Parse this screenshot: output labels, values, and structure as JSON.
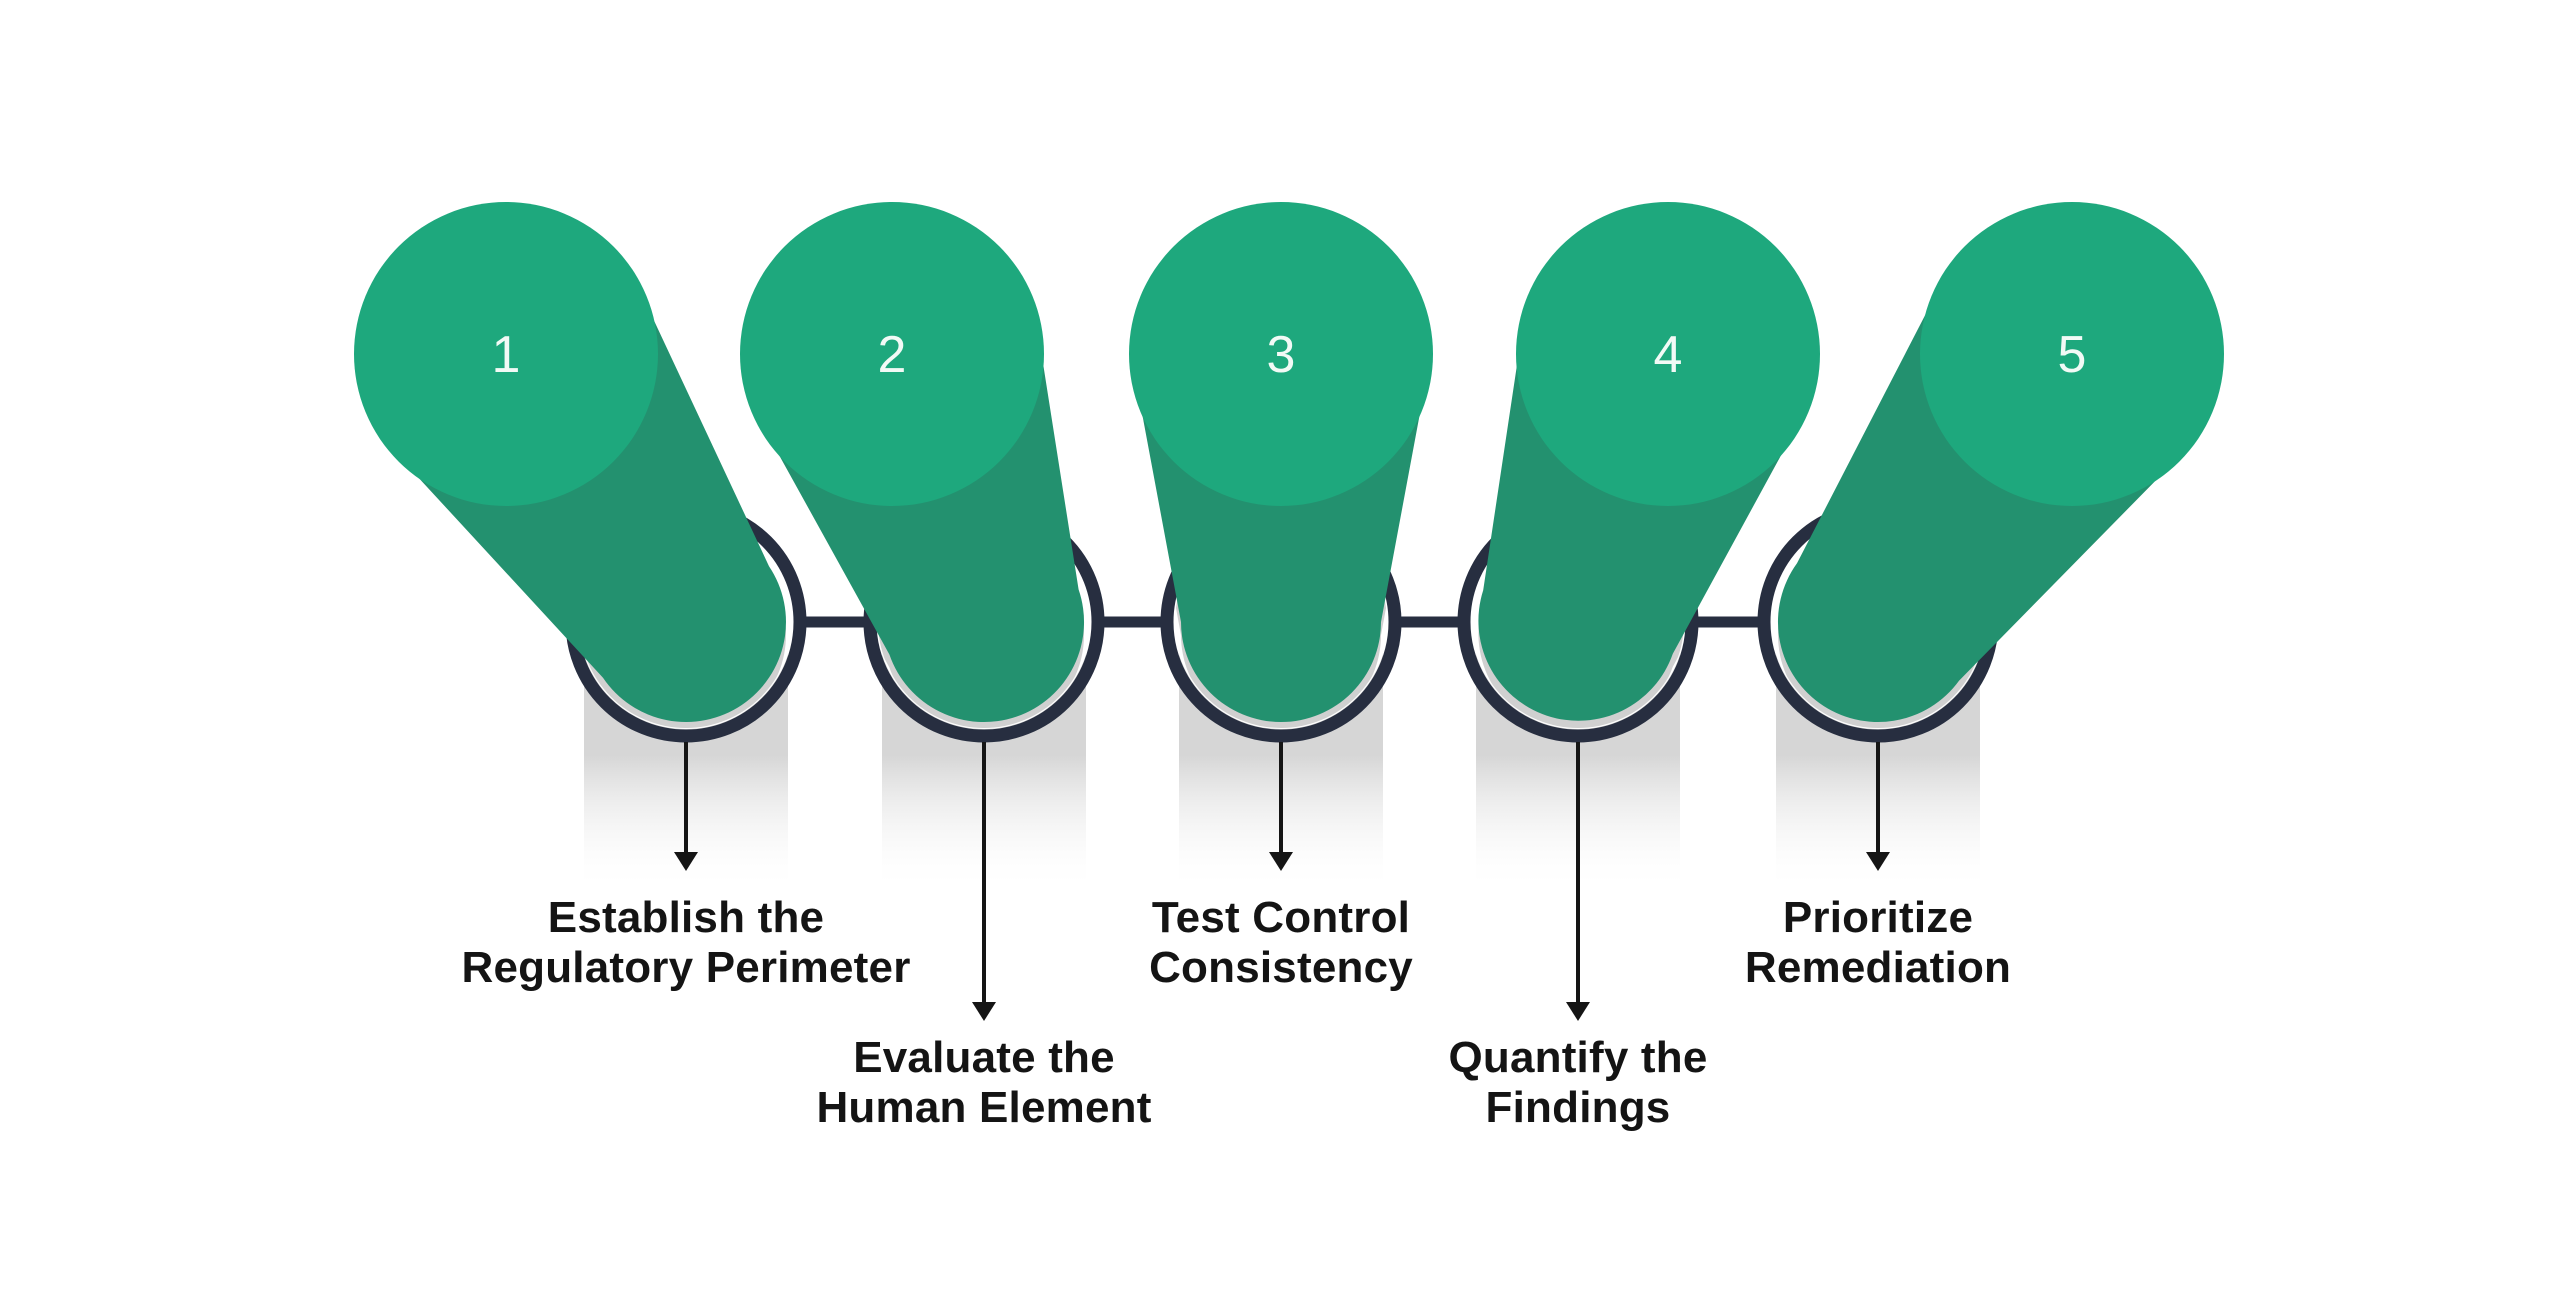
{
  "diagram": {
    "type": "process-steps",
    "step_count": 5,
    "steps": [
      {
        "number": "1",
        "label_line1": "Establish the",
        "label_line2": "Regulatory Perimeter"
      },
      {
        "number": "2",
        "label_line1": "Evaluate the",
        "label_line2": "Human Element"
      },
      {
        "number": "3",
        "label_line1": "Test Control",
        "label_line2": "Consistency"
      },
      {
        "number": "4",
        "label_line1": "Quantify the",
        "label_line2": "Findings"
      },
      {
        "number": "5",
        "label_line1": "Prioritize",
        "label_line2": "Remediation"
      }
    ],
    "colors": {
      "pin-face": "#1EA87D",
      "pin-body": "#23916F",
      "ring": "#272E40",
      "connector": "#272E40",
      "shadow-band": "#D6D6D6",
      "inner-shadow": "#D0D0D0",
      "arrow": "#151515",
      "label-text": "#141414",
      "number-text": "#F2FAF6",
      "background": "#FFFFFF"
    }
  }
}
